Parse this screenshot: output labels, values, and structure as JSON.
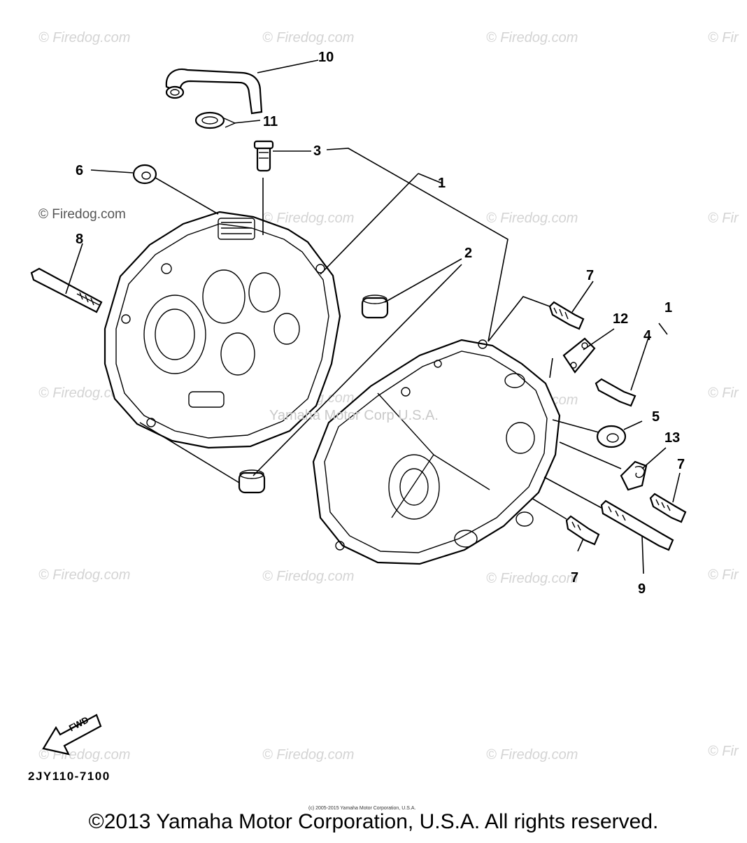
{
  "diagram": {
    "diagram_code": "2JY110-7100",
    "copyright": "©2013 Yamaha Motor Corporation, U.S.A. All rights reserved.",
    "fine_print": "(c) 2005-2015 Yamaha Motor Corporation, U.S.A.",
    "ghost_text": "Yamaha Motor Corp U.S.A.",
    "fwd_label": "FWD",
    "watermark_text": "© Firedog.com",
    "watermark_partial": "© Fir",
    "watermark_dark": "© Firedog.com",
    "callouts": {
      "c10": "10",
      "c11": "11",
      "c3": "3",
      "c6": "6",
      "c1a": "1",
      "c8": "8",
      "c2": "2",
      "c7a": "7",
      "c12": "12",
      "c1b": "1",
      "c4": "4",
      "c5": "5",
      "c13": "13",
      "c7b": "7",
      "c7c": "7",
      "c9": "9"
    }
  }
}
